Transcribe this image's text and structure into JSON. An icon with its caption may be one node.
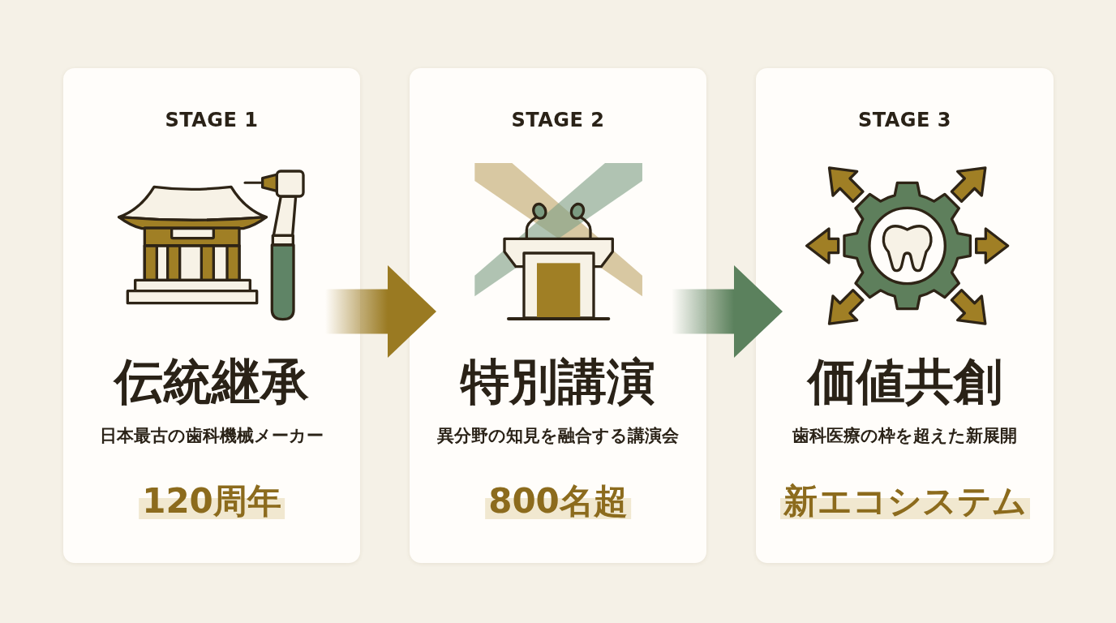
{
  "diagram": {
    "nodes": [
      {
        "text": [
          "STAGE 1",
          "伝統継承",
          "日本最古の歯科機械メーカー",
          "120周年"
        ]
      },
      {
        "text": [
          "STAGE 2",
          "特別講演",
          "異分野の知見を融合する講演会",
          "800名超"
        ]
      },
      {
        "text": [
          "STAGE 3",
          "価値共創",
          "歯科医療の枠を超えた新展開",
          "新エコシステム"
        ]
      }
    ],
    "edges": [
      {
        "from": 0,
        "to": 1,
        "arrow": "to",
        "style": "thick",
        "color": "#9a7a22"
      },
      {
        "from": 1,
        "to": 2,
        "arrow": "to",
        "style": "thick",
        "color": "#5b815d"
      }
    ]
  }
}
